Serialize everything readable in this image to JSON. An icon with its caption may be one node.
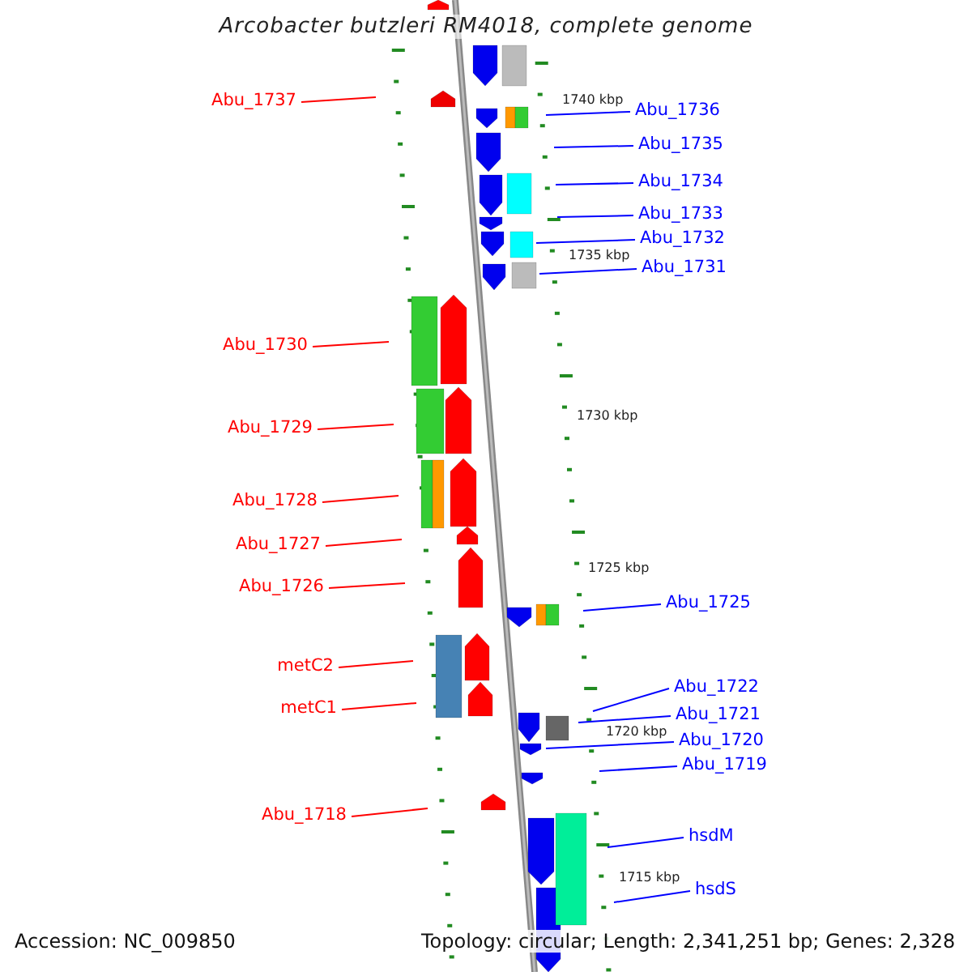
{
  "diagram": {
    "title": "Arcobacter butzleri RM4018, complete genome",
    "nodes": [
      {
        "text": [
          "Abu_1737"
        ]
      },
      {
        "text": [
          "Abu_1736"
        ]
      },
      {
        "text": [
          "Abu_1735"
        ]
      },
      {
        "text": [
          "Abu_1734"
        ]
      },
      {
        "text": [
          "Abu_1733"
        ]
      },
      {
        "text": [
          "Abu_1732"
        ]
      },
      {
        "text": [
          "Abu_1731"
        ]
      },
      {
        "text": [
          "Abu_1730"
        ]
      },
      {
        "text": [
          "Abu_1729"
        ]
      },
      {
        "text": [
          "Abu_1728"
        ]
      },
      {
        "text": [
          "Abu_1727"
        ]
      },
      {
        "text": [
          "Abu_1726"
        ]
      },
      {
        "text": [
          "Abu_1725"
        ]
      },
      {
        "text": [
          "metC2"
        ]
      },
      {
        "text": [
          "metC1"
        ]
      },
      {
        "text": [
          "Abu_1722"
        ]
      },
      {
        "text": [
          "Abu_1721"
        ]
      },
      {
        "text": [
          "Abu_1720"
        ]
      },
      {
        "text": [
          "Abu_1719"
        ]
      },
      {
        "text": [
          "Abu_1718"
        ]
      },
      {
        "text": [
          "hsdM"
        ]
      },
      {
        "text": [
          "hsdS"
        ]
      }
    ],
    "edges": [
      {
        "from": 0,
        "to": null,
        "arrow": "none",
        "color": "#ff0000"
      },
      {
        "from": 1,
        "to": null,
        "arrow": "none"
      },
      {
        "from": 2,
        "to": null,
        "arrow": "none"
      },
      {
        "from": 3,
        "to": null,
        "arrow": "none"
      },
      {
        "from": 4,
        "to": null,
        "arrow": "none"
      },
      {
        "from": 5,
        "to": null,
        "arrow": "none"
      },
      {
        "from": 6,
        "to": null,
        "arrow": "none"
      },
      {
        "from": 7,
        "to": null,
        "arrow": "none",
        "color": "#ff0000"
      },
      {
        "from": 8,
        "to": null,
        "arrow": "none",
        "color": "#ff0000"
      },
      {
        "from": 9,
        "to": null,
        "arrow": "none",
        "color": "#ff0000"
      },
      {
        "from": 10,
        "to": null,
        "arrow": "none",
        "color": "#ff0000"
      },
      {
        "from": 11,
        "to": null,
        "arrow": "none",
        "color": "#ff0000"
      },
      {
        "from": 12,
        "to": null,
        "arrow": "none"
      },
      {
        "from": 13,
        "to": null,
        "arrow": "none",
        "color": "#ff0000"
      },
      {
        "from": 14,
        "to": null,
        "arrow": "none",
        "color": "#ff0000"
      },
      {
        "from": 15,
        "to": null,
        "arrow": "none"
      },
      {
        "from": 16,
        "to": null,
        "arrow": "none"
      },
      {
        "from": 17,
        "to": null,
        "arrow": "none"
      },
      {
        "from": 18,
        "to": null,
        "arrow": "none"
      },
      {
        "from": 19,
        "to": null,
        "arrow": "none",
        "color": "#ff0000"
      },
      {
        "from": 20,
        "to": null,
        "arrow": "none"
      },
      {
        "from": 21,
        "to": null,
        "arrow": "none"
      }
    ],
    "labels": [
      "1740 kbp",
      "1735 kbp",
      "1730 kbp",
      "1725 kbp",
      "1720 kbp",
      "1715 kbp",
      "Accession: NC_009850",
      "Topology: circular; Length: 2,341,251 bp; Genes: 2,328"
    ]
  }
}
